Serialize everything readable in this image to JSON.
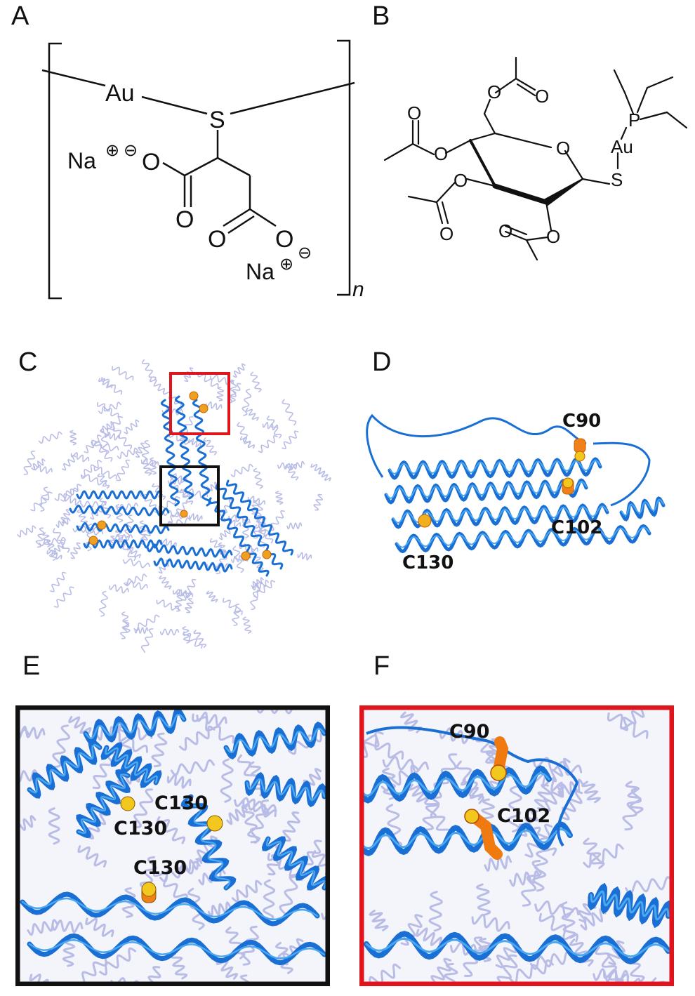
{
  "panels": {
    "a": "A",
    "b": "B",
    "c": "C",
    "d": "D",
    "e": "E",
    "f": "F"
  },
  "structure_a": {
    "au": "Au",
    "s": "S",
    "na1": "Na",
    "na2": "Na",
    "o_anion1": "O",
    "o_carbonyl1": "O",
    "o_carbonyl2": "O",
    "o_anion2": "O",
    "plus": "⊕",
    "minus": "⊖",
    "repeat": "n"
  },
  "structure_b": {
    "p": "P",
    "au": "Au",
    "s": "S",
    "ring_o": "O"
  },
  "residues": {
    "d_c90": "C90",
    "d_c102": "C102",
    "d_c130": "C130",
    "e_c130_a": "C130",
    "e_c130_b": "C130",
    "e_c130_c": "C130",
    "f_c90": "C90",
    "f_c102": "C102"
  },
  "colors": {
    "helix": "#1a6fd4",
    "helix_light": "#4aa8f0",
    "background_helix": "#b9bde6",
    "cysteine": "#f0a020",
    "sulfur": "#f2c81e",
    "red_box": "#e0141c",
    "black_box": "#111111"
  }
}
